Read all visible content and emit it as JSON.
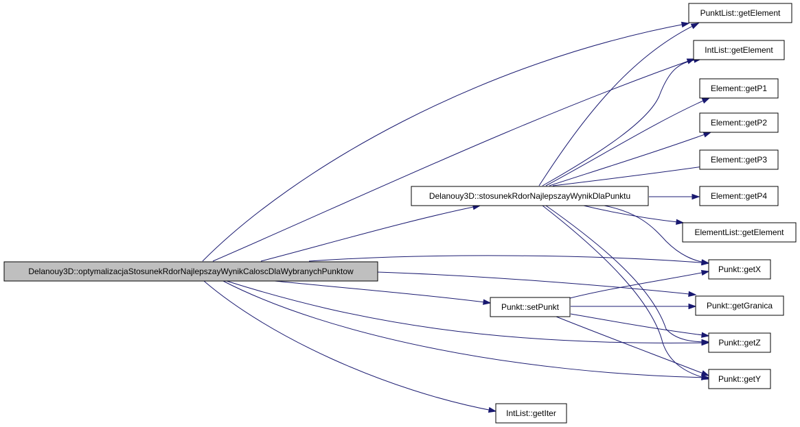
{
  "colors": {
    "edge": "#191970",
    "root_fill": "#bfbfbf",
    "node_fill": "#ffffff",
    "node_border": "#000000"
  },
  "nodes": {
    "root": "Delanouy3D::optymalizacjaStosunekRdorNajlepszayWynikCaloscDlaWybranychPunktow",
    "stosunek": "Delanouy3D::stosunekRdorNajlepszayWynikDlaPunktu",
    "punktlist_get": "PunktList::getElement",
    "intlist_get": "IntList::getElement",
    "getp1": "Element::getP1",
    "getp2": "Element::getP2",
    "getp3": "Element::getP3",
    "getp4": "Element::getP4",
    "elementlist_get": "ElementList::getElement",
    "getx": "Punkt::getX",
    "getgranica": "Punkt::getGranica",
    "getz": "Punkt::getZ",
    "gety": "Punkt::getY",
    "setpunkt": "Punkt::setPunkt",
    "getiter": "IntList::getIter"
  }
}
